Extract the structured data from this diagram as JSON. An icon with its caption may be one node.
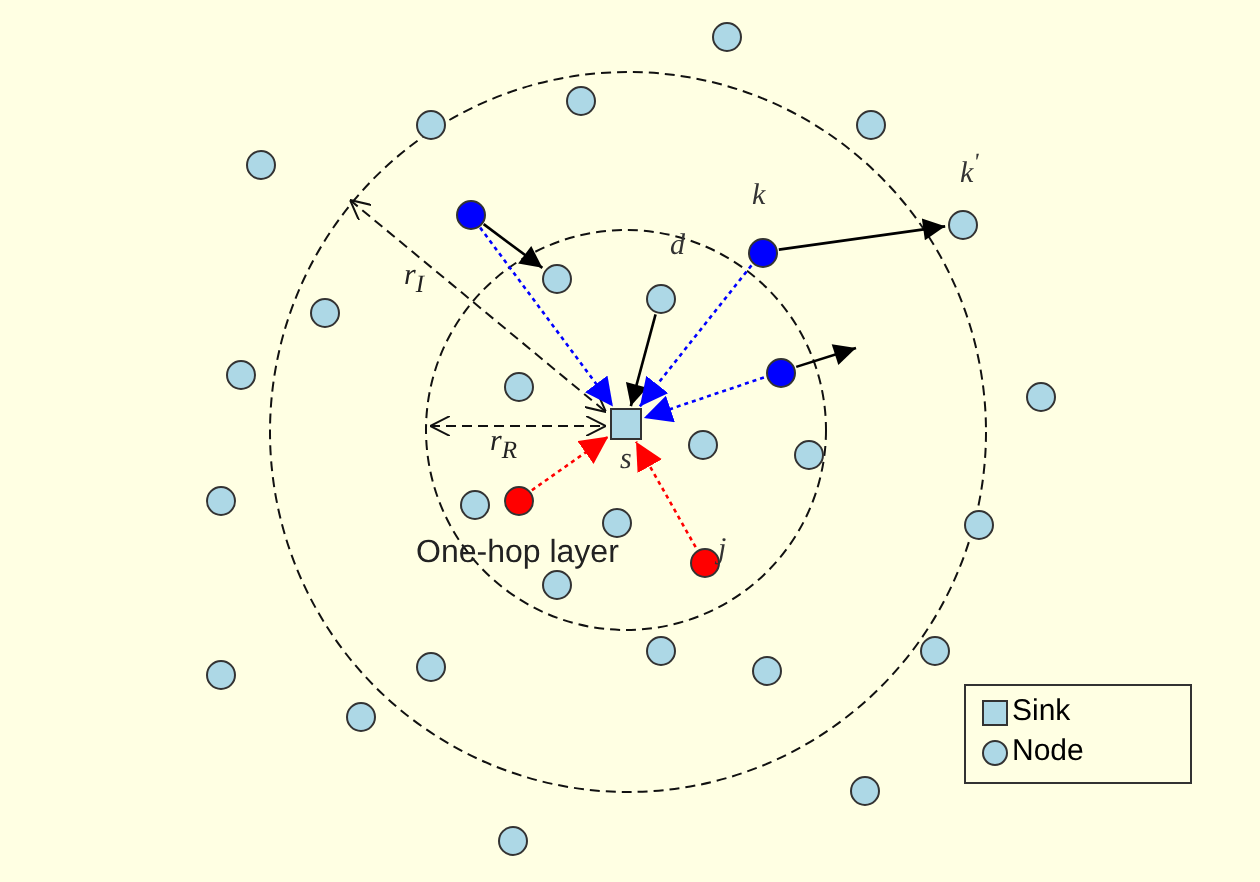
{
  "diagram": {
    "nodes": [
      {
        "text": [],
        "shape": "circle"
      },
      {
        "text": [],
        "shape": "circle"
      },
      {
        "text": [],
        "shape": "circle"
      },
      {
        "text": [],
        "shape": "circle"
      },
      {
        "text": [],
        "shape": "circle"
      },
      {
        "text": [],
        "shape": "circle"
      },
      {
        "text": [],
        "shape": "circle",
        "beside": [
          "k$^{'}$"
        ]
      },
      {
        "text": [],
        "shape": "circle",
        "beside": [
          "k"
        ]
      },
      {
        "text": [],
        "shape": "circle"
      },
      {
        "text": [],
        "shape": "circle",
        "beside": [
          "d"
        ]
      },
      {
        "text": [],
        "shape": "circle"
      },
      {
        "text": [],
        "shape": "circle"
      },
      {
        "text": [],
        "shape": "circle"
      },
      {
        "text": [],
        "shape": "circle"
      },
      {
        "text": [],
        "shape": "circle"
      },
      {
        "text": [],
        "shape": "box",
        "beside": [
          "s"
        ]
      },
      {
        "text": [],
        "shape": "circle"
      },
      {
        "text": [],
        "shape": "circle"
      },
      {
        "text": [],
        "shape": "circle"
      },
      {
        "text": [],
        "shape": "circle"
      },
      {
        "text": [],
        "shape": "circle"
      },
      {
        "text": [],
        "shape": "circle"
      },
      {
        "text": [],
        "shape": "circle"
      },
      {
        "text": [],
        "shape": "circle",
        "beside": [
          "j"
        ]
      },
      {
        "text": [],
        "shape": "circle"
      },
      {
        "text": [],
        "shape": "circle"
      },
      {
        "text": [],
        "shape": "circle"
      },
      {
        "text": [],
        "shape": "circle"
      },
      {
        "text": [],
        "shape": "circle"
      },
      {
        "text": [],
        "shape": "circle"
      },
      {
        "text": [],
        "shape": "circle"
      },
      {
        "text": [],
        "shape": "circle"
      },
      {
        "text": [],
        "shape": "circle"
      }
    ],
    "edges": [
      {
        "from": 5,
        "to": 8,
        "arrow": "to"
      },
      {
        "from": 5,
        "to": 15,
        "arrow": "to",
        "style": "dashed",
        "color": "#0000ff"
      },
      {
        "from": 7,
        "to": 6,
        "arrow": "to"
      },
      {
        "from": 9,
        "to": 15,
        "arrow": "to"
      },
      {
        "from": 7,
        "to": 15,
        "arrow": "to",
        "style": "dashed",
        "color": "#0000ff"
      },
      {
        "from": 11,
        "to": null,
        "arrow": "to"
      },
      {
        "from": 11,
        "to": 15,
        "arrow": "to",
        "style": "dashed",
        "color": "#0000ff"
      },
      {
        "from": 19,
        "to": 15,
        "arrow": "to",
        "style": "dashed",
        "color": "#ff0000"
      },
      {
        "from": 23,
        "to": 15,
        "arrow": "to",
        "style": "dashed",
        "color": "#ff0000"
      }
    ],
    "labels": [
      "r$_{I}$",
      "r$_{R}$",
      "One-hop layer"
    ],
    "legend": [
      {
        "text": "Sink"
      },
      {
        "text": "Node"
      }
    ]
  }
}
